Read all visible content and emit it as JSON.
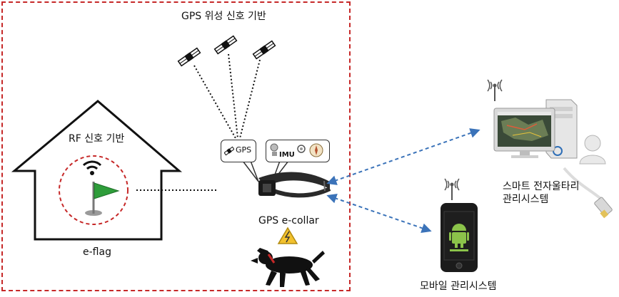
{
  "diagram": {
    "satellite_label": "GPS 위성 신호 기반",
    "rf_label": "RF 신호 기반",
    "eflag_label": "e-flag",
    "gps_tag": "GPS",
    "imu_tag": "IMU",
    "collar_label": "GPS e-collar",
    "smart_system_line1": "스마트 전자울타리",
    "smart_system_line2": "관리시스템",
    "mobile_system_label": "모바일 관리시스템"
  },
  "colors": {
    "boundary": "#c62828",
    "flag": "#2e9d3a",
    "link_arrow": "#3b73b9",
    "warning": "#f2c12e"
  }
}
